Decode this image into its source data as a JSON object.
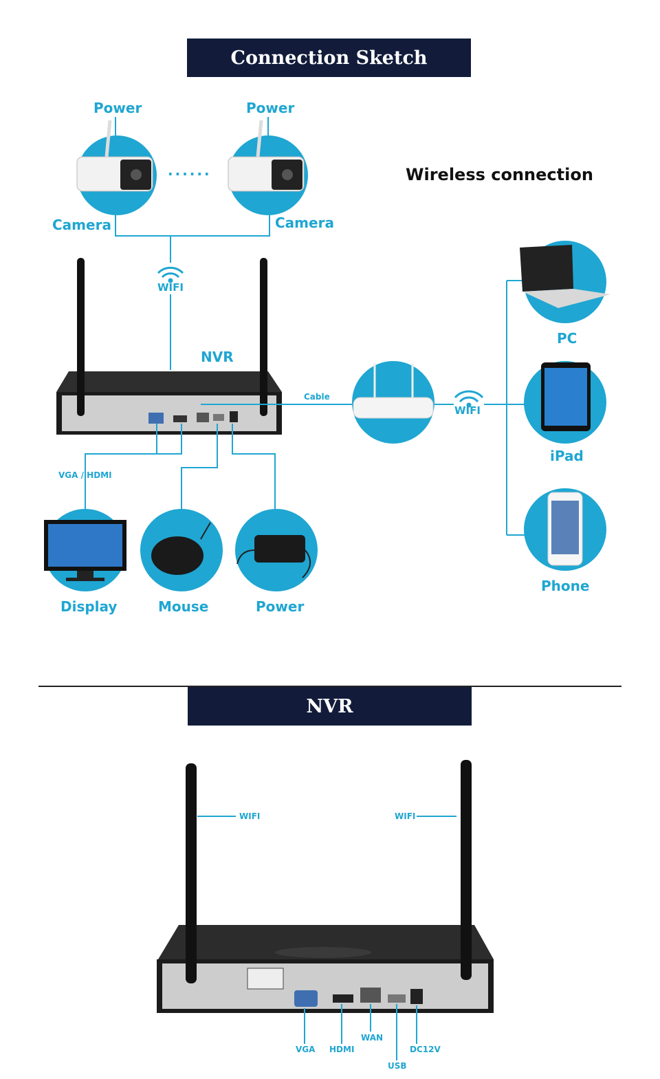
{
  "section1": {
    "title": "Connection Sketch",
    "wireless_heading": "Wireless connection",
    "cameras": [
      {
        "power_label": "Power",
        "label": "Camera"
      },
      {
        "power_label": "Power",
        "label": "Camera"
      }
    ],
    "camera_dots": "......",
    "wifi_label_top": "WIFI",
    "nvr_label": "NVR",
    "cable_label": "Cable",
    "wifi_label_router": "WIFI",
    "devices": [
      {
        "label": "PC",
        "icon": "laptop-icon"
      },
      {
        "label": "iPad",
        "icon": "tablet-icon"
      },
      {
        "label": "Phone",
        "icon": "phone-icon"
      }
    ],
    "vga_hdmi_label": "VGA / HDMI",
    "peripherals": [
      {
        "label": "Display",
        "icon": "monitor-icon"
      },
      {
        "label": "Mouse",
        "icon": "mouse-icon"
      },
      {
        "label": "Power",
        "icon": "power-adapter-icon"
      }
    ]
  },
  "section2": {
    "title": "NVR",
    "antenna_labels": [
      "WIFI",
      "WIFI"
    ],
    "ports": [
      "VGA",
      "HDMI",
      "WAN",
      "USB",
      "DC12V"
    ]
  },
  "colors": {
    "accent": "#1fa6d2",
    "banner": "#121c3a"
  }
}
